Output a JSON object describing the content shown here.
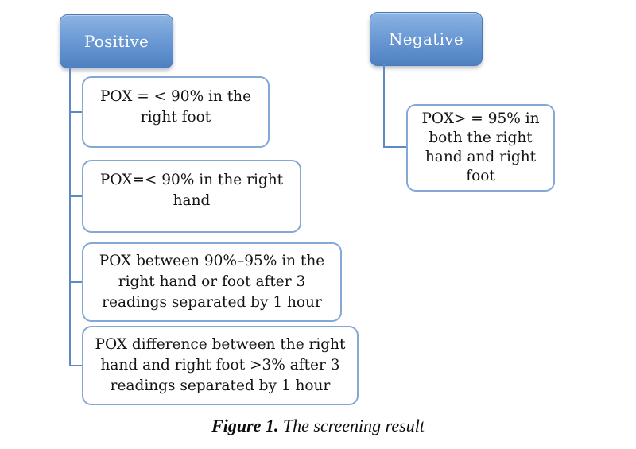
{
  "figure": {
    "caption_label": "Figure 1.",
    "caption_text": " The screening result"
  },
  "positive": {
    "label": "Positive",
    "items": [
      "POX = < 90% in the\nright foot",
      "POX=< 90% in the right\nhand",
      "POX between 90%–95% in the\nright hand or foot after 3\nreadings separated by 1 hour",
      "POX difference between the right\nhand and right foot >3% after 3\nreadings separated by 1 hour"
    ]
  },
  "negative": {
    "label": "Negative",
    "items": [
      "POX> = 95% in\nboth the right\nhand and right\nfoot"
    ]
  },
  "colors": {
    "header_gradient_top": "#8db4e3",
    "header_gradient_bottom": "#4e81c2",
    "node_border": "#83a8d7",
    "connector": "#5d89c4",
    "header_text": "#ffffff",
    "node_text": "#141414"
  }
}
